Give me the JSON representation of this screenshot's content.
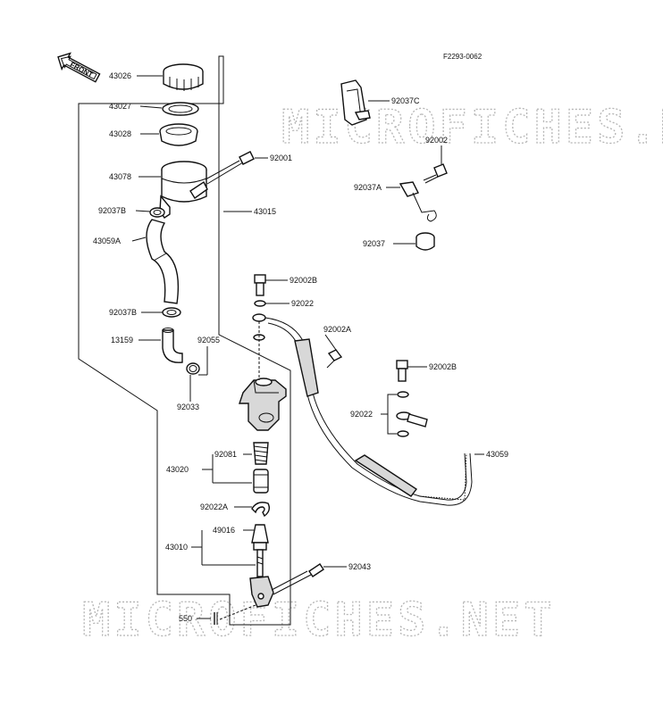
{
  "diagram_code": "F2293-0062",
  "front_label": "FRONT",
  "watermark": "MICROFICHES.NET",
  "parts": {
    "p43026": "43026",
    "p43027": "43027",
    "p43028": "43028",
    "p43078": "43078",
    "p92037B_top": "92037B",
    "p43059A": "43059A",
    "p92037B_bot": "92037B",
    "p13159": "13159",
    "p92055": "92055",
    "p92033": "92033",
    "p92001": "92001",
    "p43015": "43015",
    "p92037C": "92037C",
    "p92002": "92002",
    "p92037A": "92037A",
    "p92037": "92037",
    "p92002B_top": "92002B",
    "p92022_top": "92022",
    "p92002A": "92002A",
    "p92002B_right": "92002B",
    "p92022_right": "92022",
    "p43059": "43059",
    "p92081": "92081",
    "p43020": "43020",
    "p92022A": "92022A",
    "p49016": "49016",
    "p43010": "43010",
    "p92043": "92043",
    "p550": "550"
  }
}
